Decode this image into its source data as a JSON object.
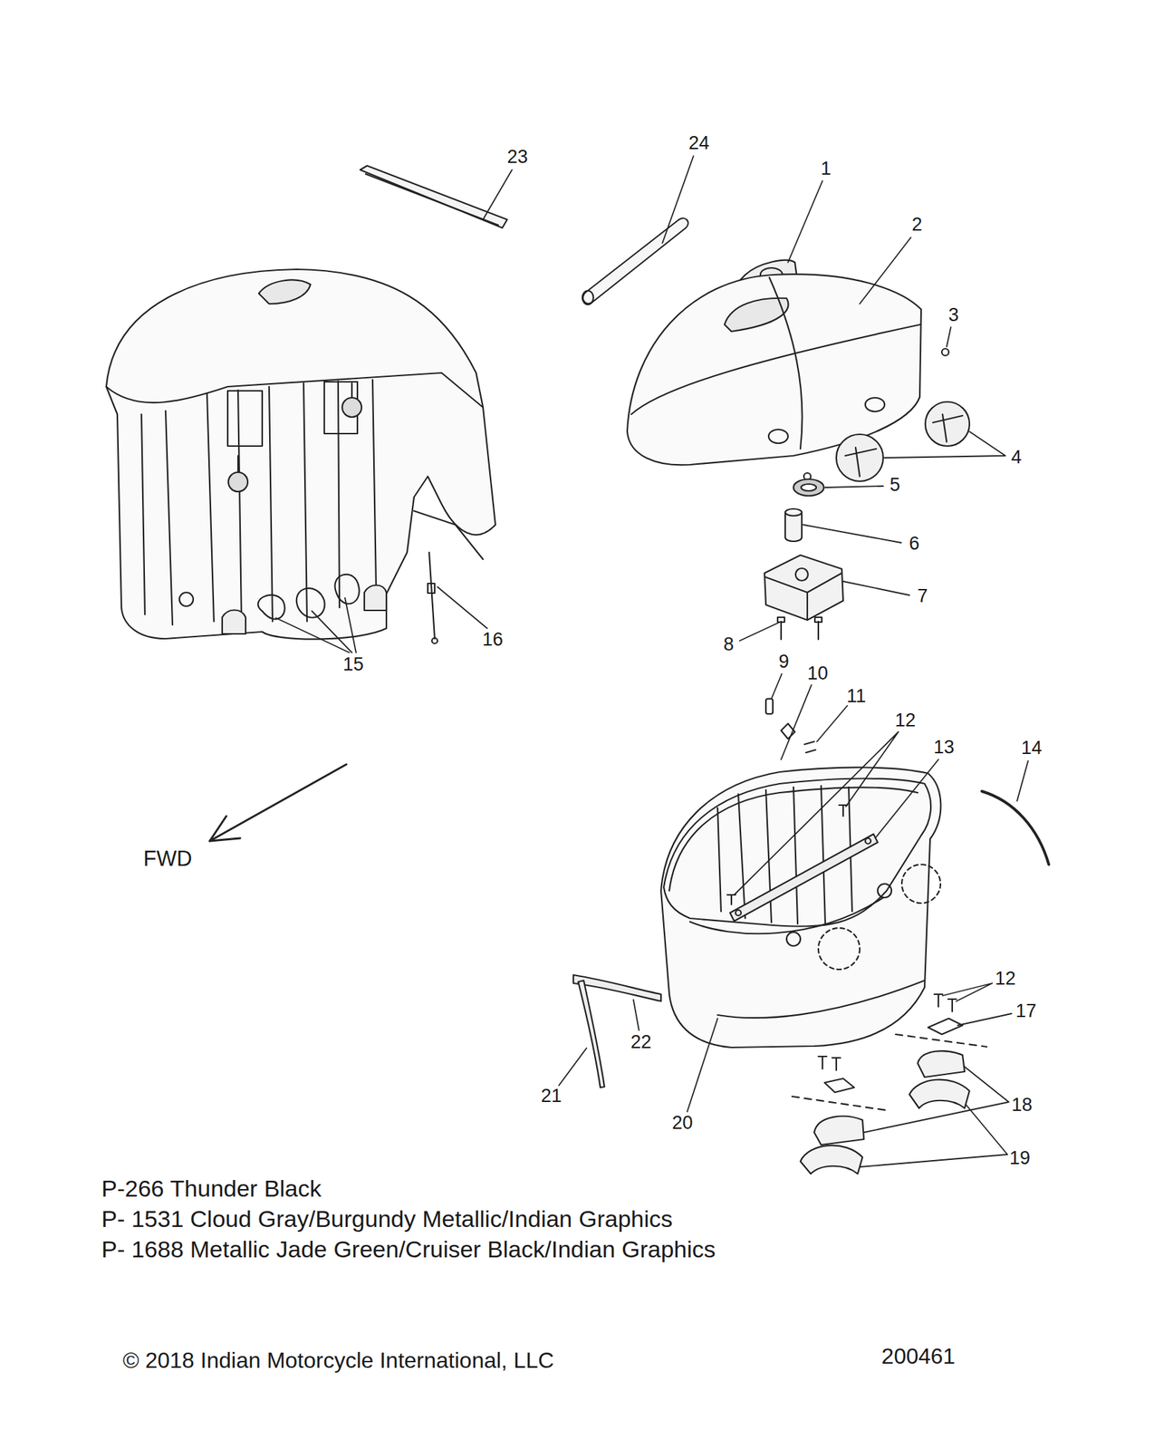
{
  "diagram": {
    "labels": [
      "23",
      "24",
      "1",
      "2",
      "3",
      "4",
      "5",
      "6",
      "7",
      "8",
      "15",
      "16",
      "9",
      "10",
      "11",
      "12",
      "13",
      "14",
      "FWD",
      "12",
      "17",
      "22",
      "18",
      "21",
      "20",
      "19",
      "P-266  Thunder Black",
      "P- 1531 Cloud Gray/Burgundy Metallic/Indian Graphics",
      "P- 1688 Metallic Jade Green/Cruiser Black/Indian Graphics",
      "© 2018 Indian Motorcycle International, LLC",
      "200461"
    ]
  }
}
